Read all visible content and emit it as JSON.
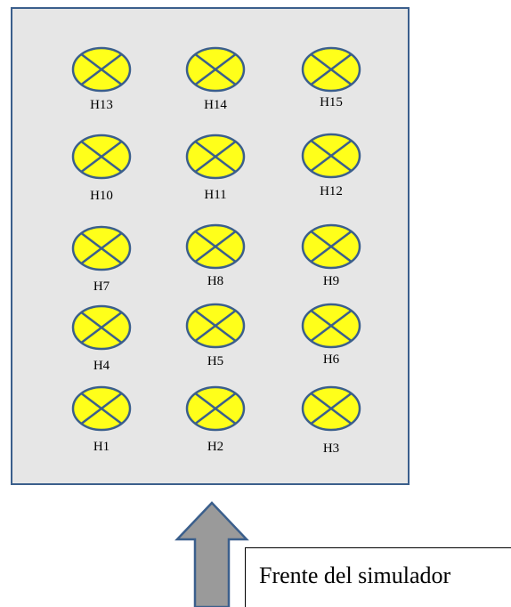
{
  "lamps": [
    {
      "id": "H13",
      "label": "H13"
    },
    {
      "id": "H14",
      "label": "H14"
    },
    {
      "id": "H15",
      "label": "H15"
    },
    {
      "id": "H10",
      "label": "H10"
    },
    {
      "id": "H11",
      "label": "H11"
    },
    {
      "id": "H12",
      "label": "H12"
    },
    {
      "id": "H7",
      "label": "H7"
    },
    {
      "id": "H8",
      "label": "H8"
    },
    {
      "id": "H9",
      "label": "H9"
    },
    {
      "id": "H4",
      "label": "H4"
    },
    {
      "id": "H5",
      "label": "H5"
    },
    {
      "id": "H6",
      "label": "H6"
    },
    {
      "id": "H1",
      "label": "H1"
    },
    {
      "id": "H2",
      "label": "H2"
    },
    {
      "id": "H3",
      "label": "H3"
    }
  ],
  "front_label": "Frente del simulador",
  "icons": {
    "lamp": "lamp-icon",
    "arrow": "arrow-up-icon"
  },
  "colors": {
    "panel_fill": "#e6e6e6",
    "panel_border": "#3b5f8c",
    "lamp_fill": "#ffff1a",
    "lamp_stroke": "#3b5f8c",
    "arrow_fill": "#9a9a9a",
    "arrow_stroke": "#3b5f8c"
  }
}
